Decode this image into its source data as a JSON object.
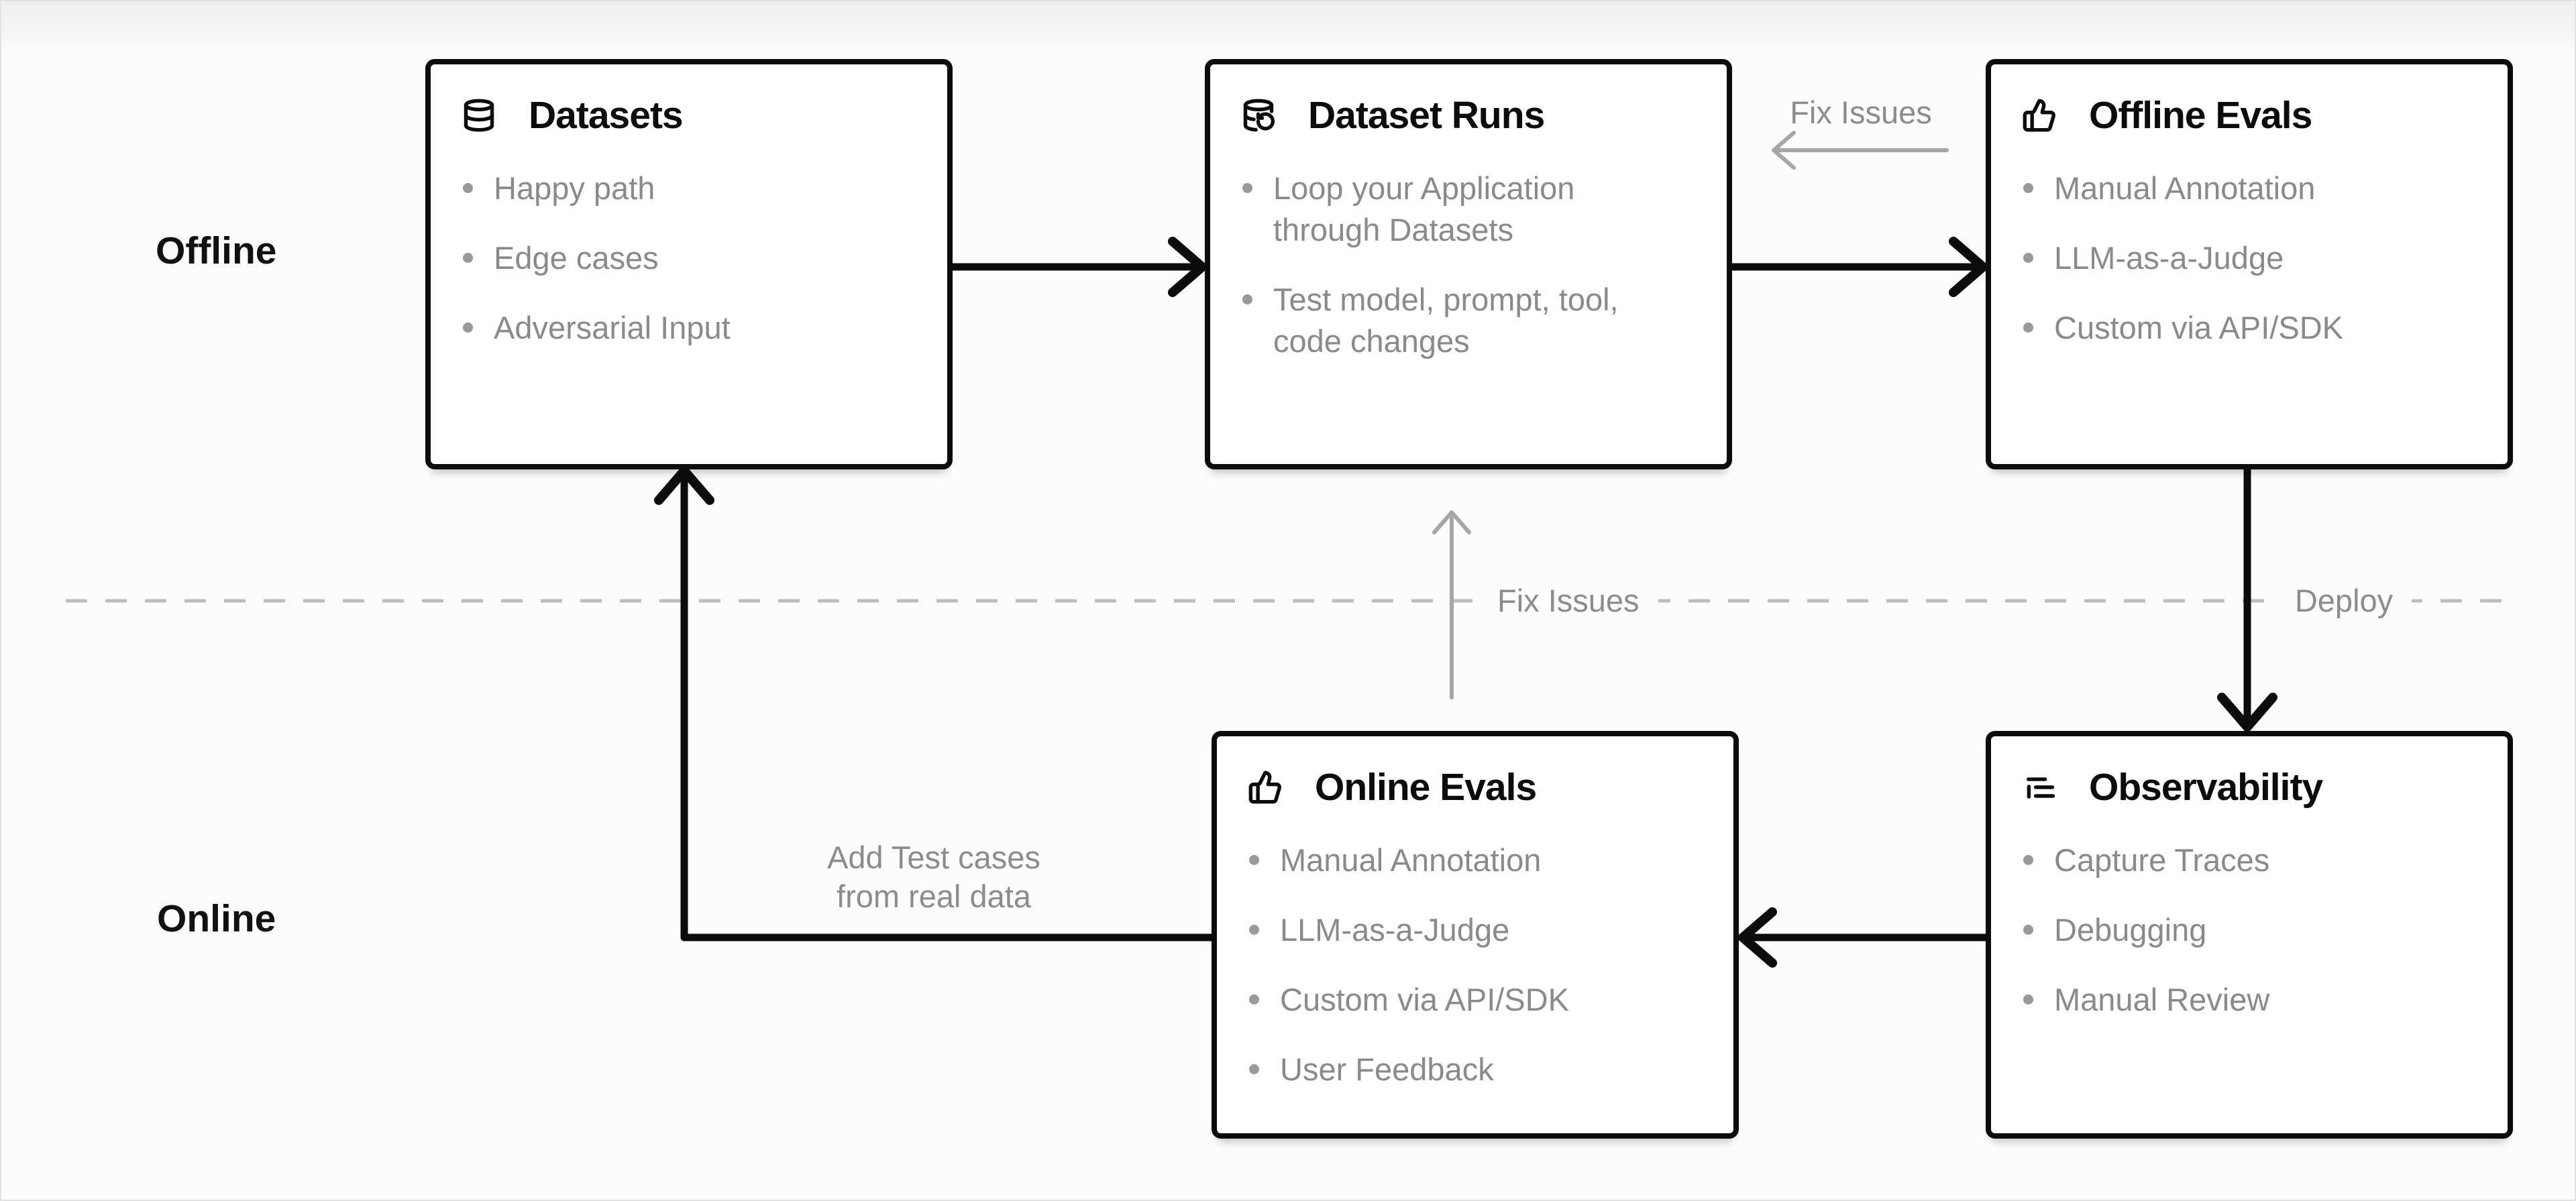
{
  "sections": {
    "offline_label": "Offline",
    "online_label": "Online"
  },
  "boxes": {
    "datasets": {
      "icon": "database-icon",
      "title": "Datasets",
      "items": [
        "Happy path",
        "Edge cases",
        "Adversarial Input"
      ]
    },
    "dataset_runs": {
      "icon": "database-refresh-icon",
      "title": "Dataset Runs",
      "items": [
        "Loop your Application through Datasets",
        "Test model, prompt, tool, code changes"
      ]
    },
    "offline_evals": {
      "icon": "thumbs-up-icon",
      "title": "Offline Evals",
      "items": [
        "Manual Annotation",
        "LLM-as-a-Judge",
        "Custom via API/SDK"
      ]
    },
    "online_evals": {
      "icon": "thumbs-up-icon",
      "title": "Online Evals",
      "items": [
        "Manual Annotation",
        "LLM-as-a-Judge",
        "Custom via API/SDK",
        "User Feedback"
      ]
    },
    "observability": {
      "icon": "logs-icon",
      "title": "Observability",
      "items": [
        "Capture Traces",
        "Debugging",
        "Manual Review"
      ]
    }
  },
  "edges": {
    "fix_issues_top": "Fix Issues",
    "fix_issues_mid": "Fix Issues",
    "deploy": "Deploy",
    "add_test_cases_line1": "Add Test cases",
    "add_test_cases_line2": "from real data"
  },
  "colors": {
    "box_border": "#0c0c0c",
    "title_text": "#0c0c0c",
    "bullet_text": "#8a8a8a",
    "black_arrow": "#0c0c0c",
    "gray_arrow": "#a6a6a6",
    "gray_label": "#8c8c8c",
    "dashed_divider": "#bdbdbd",
    "background": "#fcfcfc"
  }
}
